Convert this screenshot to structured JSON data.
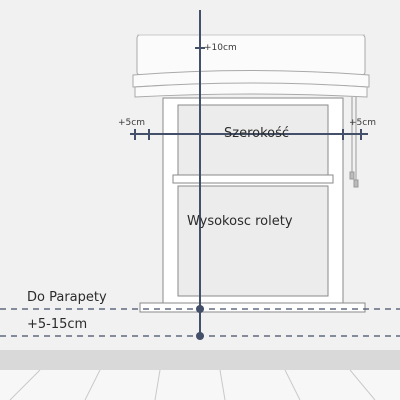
{
  "labels": {
    "top_margin": "+10cm",
    "left_margin": "+5cm",
    "right_margin": "+5cm",
    "width": "Szerokość",
    "height": "Wysokosc rolety",
    "to_sill": "Do Parapety",
    "below_sill": "+5-15cm"
  },
  "colors": {
    "wall": "#f1f1f1",
    "frame": "#ffffff",
    "frame_outline": "#8a8a8a",
    "glass": "#ececec",
    "measure_line": "#44506a",
    "floor": "#d6d6d6"
  }
}
